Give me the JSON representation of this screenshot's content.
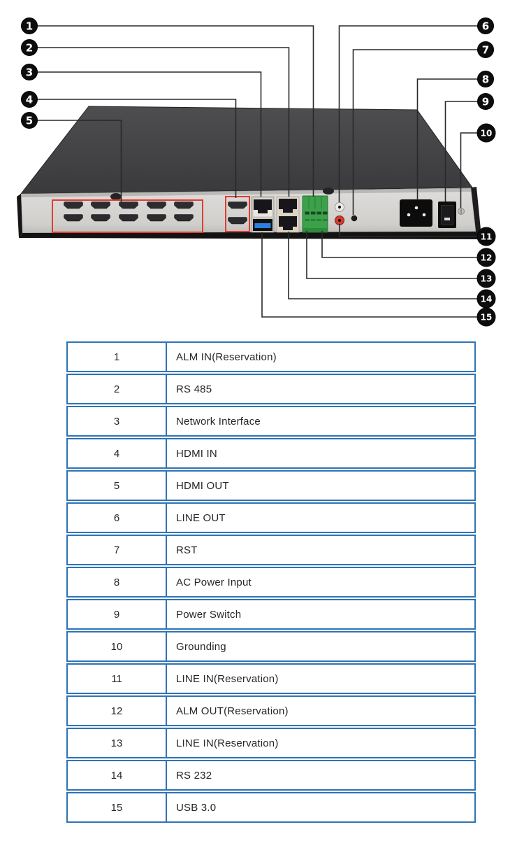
{
  "table": {
    "rows": [
      {
        "num": "1",
        "label": "ALM IN(Reservation)"
      },
      {
        "num": "2",
        "label": "RS 485"
      },
      {
        "num": "3",
        "label": "Network Interface"
      },
      {
        "num": "4",
        "label": "HDMI IN"
      },
      {
        "num": "5",
        "label": "HDMI OUT"
      },
      {
        "num": "6",
        "label": "LINE OUT"
      },
      {
        "num": "7",
        "label": "RST"
      },
      {
        "num": "8",
        "label": "AC Power Input"
      },
      {
        "num": "9",
        "label": "Power Switch"
      },
      {
        "num": "10",
        "label": "Grounding"
      },
      {
        "num": "11",
        "label": "LINE IN(Reservation)"
      },
      {
        "num": "12",
        "label": "ALM OUT(Reservation)"
      },
      {
        "num": "13",
        "label": "LINE IN(Reservation)"
      },
      {
        "num": "14",
        "label": "RS 232"
      },
      {
        "num": "15",
        "label": "USB 3.0"
      }
    ]
  },
  "diagram": {
    "icons": [
      "hdmi-out-ports",
      "hdmi-in-ports",
      "network-rj45-port",
      "usb3-port",
      "rs485-rj45-ports",
      "alarm-terminal-block",
      "line-out-jack",
      "line-in-jack",
      "rst-button",
      "ac-power-inlet",
      "power-switch-toggle",
      "grounding-screw"
    ]
  },
  "colors": {
    "table_border": "#2E74B5",
    "text": "#262626",
    "callout_line": "#2A282B",
    "red_highlight": "#E03C31",
    "terminal_green": "#3DA04A",
    "usb_blue": "#2B7FE0",
    "jack_red": "#D23B2F",
    "panel_gray": "#D8D7D5",
    "chassis_dark": "#434245"
  }
}
